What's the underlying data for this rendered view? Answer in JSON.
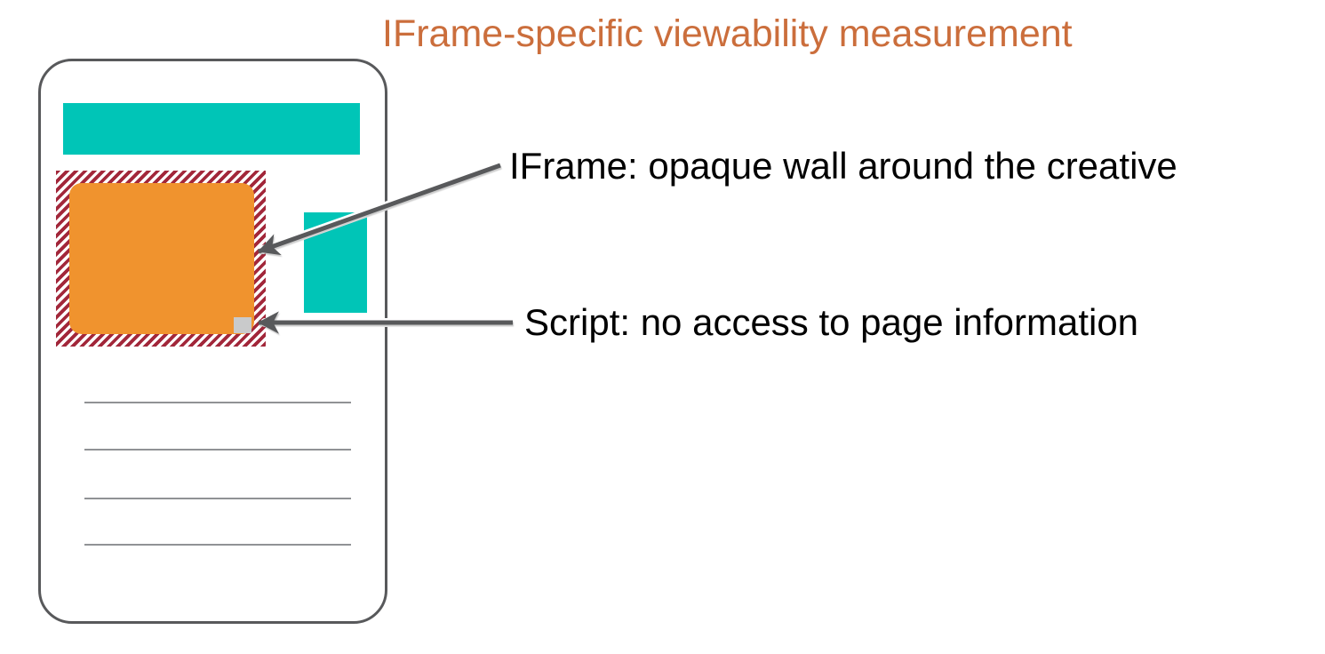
{
  "title": {
    "text": "IFrame-specific viewability measurement"
  },
  "labels": {
    "iframe_wall": "IFrame: opaque wall around the creative",
    "script": "Script: no access to page information"
  },
  "colors": {
    "title_orange": "#CB6E3C",
    "teal": "#00C5B7",
    "creative_orange": "#F0932E",
    "stripe_red": "#A2273A",
    "arrow_gray": "#58595B",
    "border_gray": "#58595B",
    "line_gray": "#909295",
    "script_gray": "#C9CACB",
    "bg": "#FFFFFF"
  }
}
